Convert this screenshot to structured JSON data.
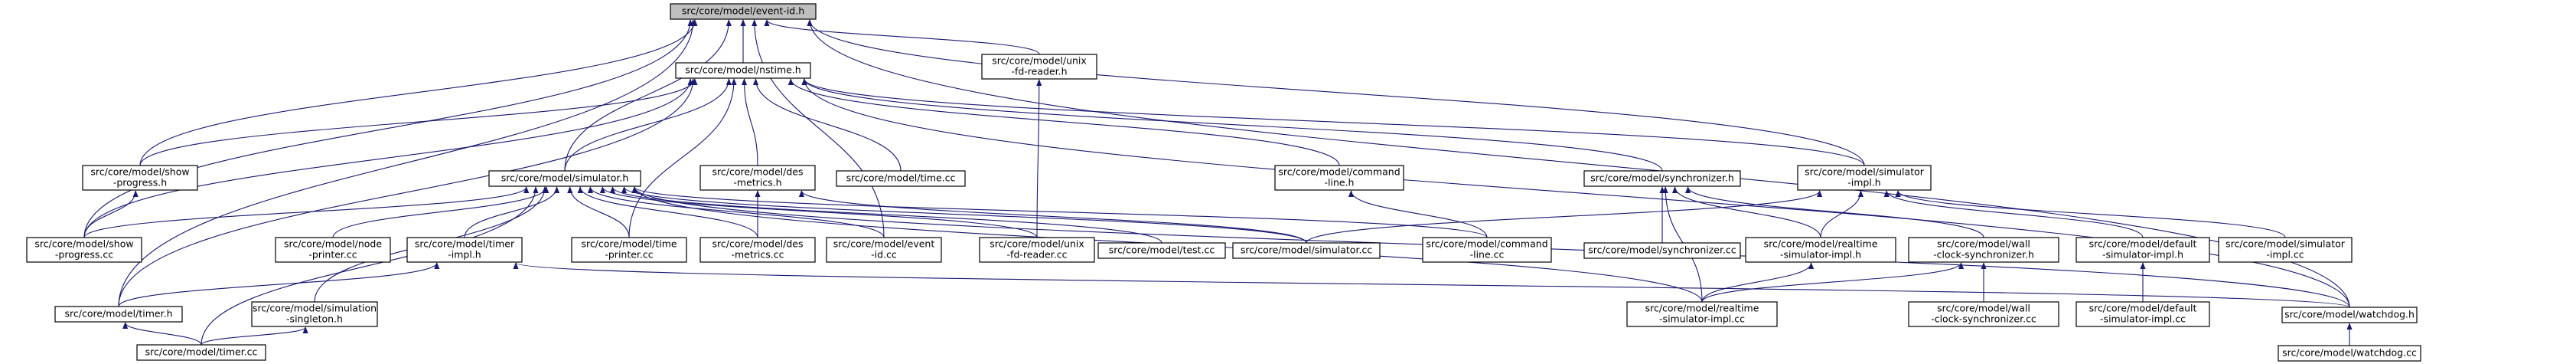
{
  "diagram": {
    "root": "event_id_h",
    "nodes": [
      {
        "id": "event_id_h",
        "lines": [
          "src/core/model/event-id.h"
        ]
      },
      {
        "id": "nstime_h",
        "lines": [
          "src/core/model/nstime.h"
        ]
      },
      {
        "id": "unix_fd_reader_h",
        "lines": [
          "src/core/model/unix",
          "-fd-reader.h"
        ]
      },
      {
        "id": "show_progress_h",
        "lines": [
          "src/core/model/show",
          "-progress.h"
        ]
      },
      {
        "id": "simulator_h",
        "lines": [
          "src/core/model/simulator.h"
        ]
      },
      {
        "id": "des_metrics_h",
        "lines": [
          "src/core/model/des",
          "-metrics.h"
        ]
      },
      {
        "id": "time_cc",
        "lines": [
          "src/core/model/time.cc"
        ]
      },
      {
        "id": "command_line_h",
        "lines": [
          "src/core/model/command",
          "-line.h"
        ]
      },
      {
        "id": "synchronizer_h",
        "lines": [
          "src/core/model/synchronizer.h"
        ]
      },
      {
        "id": "simulator_impl_h",
        "lines": [
          "src/core/model/simulator",
          "-impl.h"
        ]
      },
      {
        "id": "show_progress_cc",
        "lines": [
          "src/core/model/show",
          "-progress.cc"
        ]
      },
      {
        "id": "node_printer_cc",
        "lines": [
          "src/core/model/node",
          "-printer.cc"
        ]
      },
      {
        "id": "timer_impl_h",
        "lines": [
          "src/core/model/timer",
          "-impl.h"
        ]
      },
      {
        "id": "time_printer_cc",
        "lines": [
          "src/core/model/time",
          "-printer.cc"
        ]
      },
      {
        "id": "des_metrics_cc",
        "lines": [
          "src/core/model/des",
          "-metrics.cc"
        ]
      },
      {
        "id": "event_id_cc",
        "lines": [
          "src/core/model/event",
          "-id.cc"
        ]
      },
      {
        "id": "unix_fd_reader_cc",
        "lines": [
          "src/core/model/unix",
          "-fd-reader.cc"
        ]
      },
      {
        "id": "test_cc",
        "lines": [
          "src/core/model/test.cc"
        ]
      },
      {
        "id": "simulator_cc",
        "lines": [
          "src/core/model/simulator.cc"
        ]
      },
      {
        "id": "command_line_cc",
        "lines": [
          "src/core/model/command",
          "-line.cc"
        ]
      },
      {
        "id": "synchronizer_cc",
        "lines": [
          "src/core/model/synchronizer.cc"
        ]
      },
      {
        "id": "realtime_simulator_impl_h",
        "lines": [
          "src/core/model/realtime",
          "-simulator-impl.h"
        ]
      },
      {
        "id": "wall_clock_synchronizer_h",
        "lines": [
          "src/core/model/wall",
          "-clock-synchronizer.h"
        ]
      },
      {
        "id": "default_simulator_impl_h",
        "lines": [
          "src/core/model/default",
          "-simulator-impl.h"
        ]
      },
      {
        "id": "simulator_impl_cc",
        "lines": [
          "src/core/model/simulator",
          "-impl.cc"
        ]
      },
      {
        "id": "timer_h",
        "lines": [
          "src/core/model/timer.h"
        ]
      },
      {
        "id": "simulation_singleton_h",
        "lines": [
          "src/core/model/simulation",
          "-singleton.h"
        ]
      },
      {
        "id": "realtime_simulator_impl_cc",
        "lines": [
          "src/core/model/realtime",
          "-simulator-impl.cc"
        ]
      },
      {
        "id": "wall_clock_synchronizer_cc",
        "lines": [
          "src/core/model/wall",
          "-clock-synchronizer.cc"
        ]
      },
      {
        "id": "default_simulator_impl_cc",
        "lines": [
          "src/core/model/default",
          "-simulator-impl.cc"
        ]
      },
      {
        "id": "watchdog_h",
        "lines": [
          "src/core/model/watchdog.h"
        ]
      },
      {
        "id": "timer_cc",
        "lines": [
          "src/core/model/timer.cc"
        ]
      },
      {
        "id": "watchdog_cc",
        "lines": [
          "src/core/model/watchdog.cc"
        ]
      }
    ],
    "edges": [
      [
        "nstime_h",
        "event_id_h"
      ],
      [
        "unix_fd_reader_h",
        "event_id_h"
      ],
      [
        "show_progress_h",
        "event_id_h"
      ],
      [
        "simulator_h",
        "event_id_h"
      ],
      [
        "show_progress_cc",
        "event_id_h"
      ],
      [
        "timer_h",
        "event_id_h"
      ],
      [
        "event_id_cc",
        "event_id_h"
      ],
      [
        "simulator_impl_h",
        "event_id_h"
      ],
      [
        "watchdog_h",
        "event_id_h"
      ],
      [
        "show_progress_h",
        "nstime_h"
      ],
      [
        "simulator_h",
        "nstime_h"
      ],
      [
        "des_metrics_h",
        "nstime_h"
      ],
      [
        "time_cc",
        "nstime_h"
      ],
      [
        "command_line_h",
        "nstime_h"
      ],
      [
        "synchronizer_h",
        "nstime_h"
      ],
      [
        "simulator_impl_h",
        "nstime_h"
      ],
      [
        "show_progress_cc",
        "nstime_h"
      ],
      [
        "time_printer_cc",
        "nstime_h"
      ],
      [
        "watchdog_h",
        "nstime_h"
      ],
      [
        "timer_h",
        "nstime_h"
      ],
      [
        "unix_fd_reader_cc",
        "unix_fd_reader_h"
      ],
      [
        "show_progress_cc",
        "show_progress_h"
      ],
      [
        "show_progress_cc",
        "simulator_h"
      ],
      [
        "node_printer_cc",
        "simulator_h"
      ],
      [
        "timer_impl_h",
        "simulator_h"
      ],
      [
        "time_printer_cc",
        "simulator_h"
      ],
      [
        "des_metrics_cc",
        "simulator_h"
      ],
      [
        "event_id_cc",
        "simulator_h"
      ],
      [
        "unix_fd_reader_cc",
        "simulator_h"
      ],
      [
        "test_cc",
        "simulator_h"
      ],
      [
        "simulator_cc",
        "simulator_h"
      ],
      [
        "command_line_cc",
        "simulator_h"
      ],
      [
        "simulation_singleton_h",
        "simulator_h"
      ],
      [
        "timer_cc",
        "simulator_h"
      ],
      [
        "realtime_simulator_impl_cc",
        "simulator_h"
      ],
      [
        "watchdog_h",
        "simulator_h"
      ],
      [
        "des_metrics_cc",
        "des_metrics_h"
      ],
      [
        "simulator_cc",
        "des_metrics_h"
      ],
      [
        "command_line_cc",
        "command_line_h"
      ],
      [
        "synchronizer_cc",
        "synchronizer_h"
      ],
      [
        "realtime_simulator_impl_h",
        "synchronizer_h"
      ],
      [
        "wall_clock_synchronizer_h",
        "synchronizer_h"
      ],
      [
        "realtime_simulator_impl_cc",
        "synchronizer_h"
      ],
      [
        "simulator_cc",
        "simulator_impl_h"
      ],
      [
        "realtime_simulator_impl_h",
        "simulator_impl_h"
      ],
      [
        "default_simulator_impl_h",
        "simulator_impl_h"
      ],
      [
        "simulator_impl_cc",
        "simulator_impl_h"
      ],
      [
        "timer_h",
        "timer_impl_h"
      ],
      [
        "watchdog_h",
        "timer_impl_h"
      ],
      [
        "realtime_simulator_impl_cc",
        "realtime_simulator_impl_h"
      ],
      [
        "wall_clock_synchronizer_cc",
        "wall_clock_synchronizer_h"
      ],
      [
        "realtime_simulator_impl_cc",
        "wall_clock_synchronizer_h"
      ],
      [
        "default_simulator_impl_cc",
        "default_simulator_impl_h"
      ],
      [
        "timer_cc",
        "timer_h"
      ],
      [
        "timer_cc",
        "simulation_singleton_h"
      ],
      [
        "watchdog_cc",
        "watchdog_h"
      ]
    ]
  }
}
